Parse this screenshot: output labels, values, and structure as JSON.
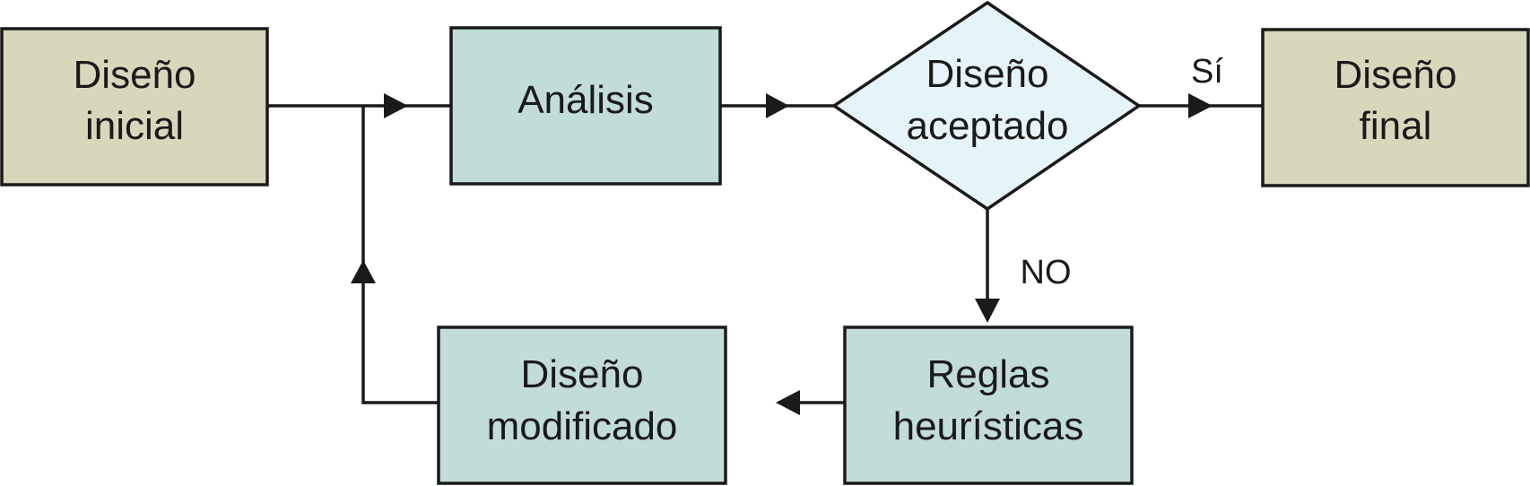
{
  "colors": {
    "terminal_fill": "#d8d7bc",
    "process_fill": "#c2dcda",
    "decision_fill": "#e5f4f8",
    "stroke": "#1a1a1a"
  },
  "nodes": {
    "initial_design": {
      "line1": "Diseño",
      "line2": "inicial"
    },
    "analysis": {
      "label": "Análisis"
    },
    "design_accepted": {
      "line1": "Diseño",
      "line2": "aceptado"
    },
    "final_design": {
      "line1": "Diseño",
      "line2": "final"
    },
    "heuristic_rules": {
      "line1": "Reglas",
      "line2": "heurísticas"
    },
    "modified_design": {
      "line1": "Diseño",
      "line2": "modificado"
    }
  },
  "edges": {
    "yes_label": "Sí",
    "no_label": "NO"
  }
}
